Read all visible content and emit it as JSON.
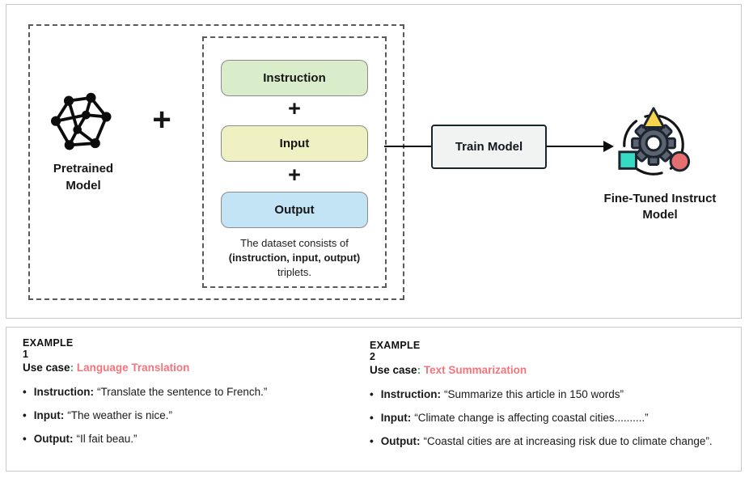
{
  "diagram": {
    "plus": "+",
    "pretrained": {
      "line1": "Pretrained",
      "line2": "Model"
    },
    "stack": {
      "instruction": "Instruction",
      "input": "Input",
      "output": "Output",
      "caption_line1": "The dataset consists of",
      "caption_line2": "(instruction, input, output)",
      "caption_line3": "triplets."
    },
    "train_label": "Train Model",
    "finetuned": {
      "line1": "Fine-Tuned Instruct",
      "line2": "Model"
    },
    "icons": {
      "pretrained": "network-mesh-icon",
      "finetuned": "gear-with-shapes-icon"
    }
  },
  "bullet_glyph": "•",
  "examples": [
    {
      "heading": "EXAMPLE 1",
      "use_case_label": "Use case",
      "use_case_colon": ":",
      "use_case_value": "Language Translation",
      "bullets": [
        {
          "label": "Instruction:",
          "text": "“Translate the sentence to French.”"
        },
        {
          "label": "Input:",
          "text": "“The weather is nice.”"
        },
        {
          "label": "Output:",
          "text": "“Il fait beau.”"
        }
      ]
    },
    {
      "heading": "EXAMPLE 2",
      "use_case_label": "Use case",
      "use_case_colon": ":",
      "use_case_value": "Text Summarization",
      "bullets": [
        {
          "label": "Instruction:",
          "text": "“Summarize this article in 150 words”"
        },
        {
          "label": "Input:",
          "text": "“Climate change is affecting coastal cities..........”"
        },
        {
          "label": "Output:",
          "text": "“Coastal cities are at increasing risk due to climate change”."
        }
      ]
    }
  ],
  "colors": {
    "instruction_box_bg": "#d9edca",
    "input_box_bg": "#f0f1c3",
    "output_box_bg": "#c2e4f5",
    "box_border": "#8c8c8c",
    "train_box_bg": "#f1f3f3",
    "train_box_border": "#17242c",
    "dashed_frame": "#5a5a5a",
    "panel_border": "#c9c9c9",
    "use_case_red": "#f4747c",
    "colon_green": "#3faf4e",
    "gear_fill": "#5c6370",
    "triangle_fill": "#f6d44d",
    "square_fill": "#35dcc3",
    "circle_fill": "#e56f6f",
    "icon_outline": "#1c2430"
  }
}
